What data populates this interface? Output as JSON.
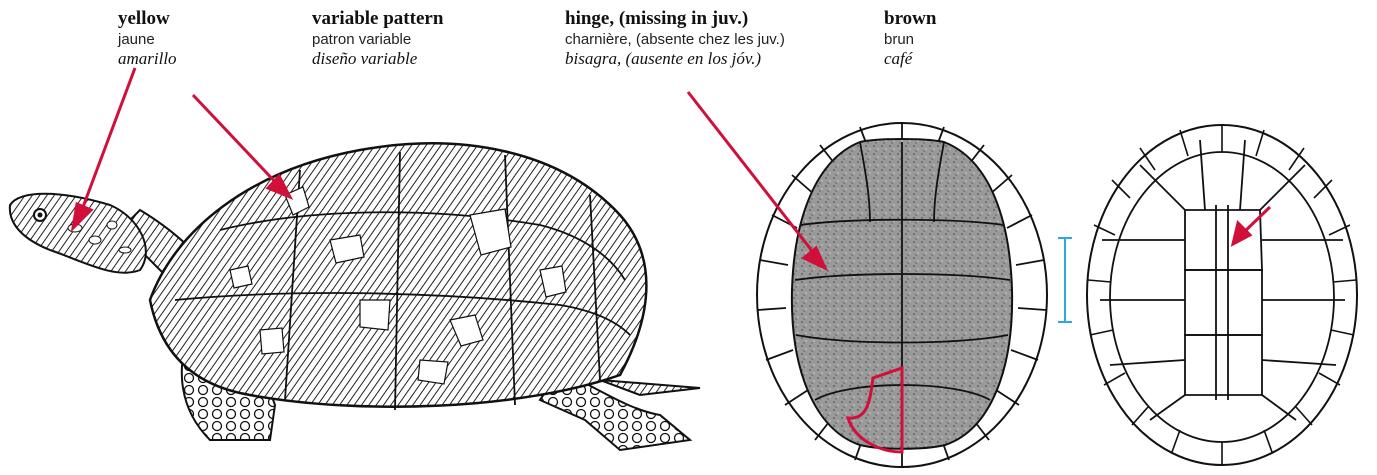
{
  "labels": {
    "yellow": {
      "en": "yellow",
      "fr": "jaune",
      "es": "amarillo"
    },
    "pattern": {
      "en": "variable pattern",
      "fr": "patron variable",
      "es": "diseño variable"
    },
    "hinge": {
      "en": "hinge, (missing in juv.)",
      "fr": "charnière, (absente chez les juv.)",
      "es": "bisagra, (ausente en los jóv.)"
    },
    "brown": {
      "en": "brown",
      "fr": "brun",
      "es": "café"
    }
  },
  "colors": {
    "pointer": "#d0103a",
    "measure": "#2aa9e0",
    "shell_fill": "#8a8a8a",
    "outline": "#111111"
  },
  "icons": {
    "turtle": "box-turtle-illustration",
    "carapace": "carapace-top-view",
    "plastron": "plastron-bottom-view"
  }
}
